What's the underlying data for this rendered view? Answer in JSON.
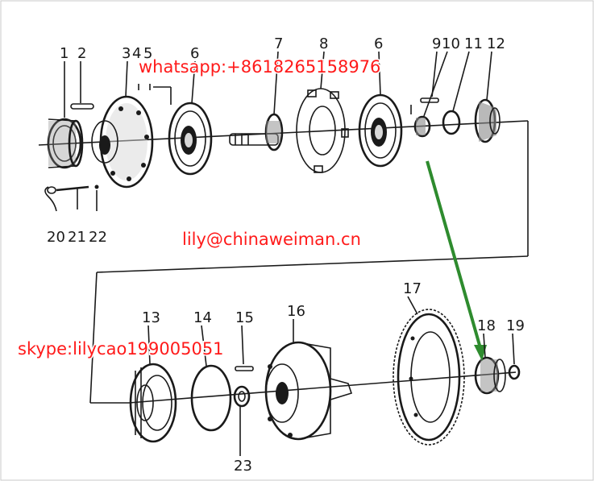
{
  "diagram": {
    "part_numbers": [
      "1",
      "2",
      "3",
      "4",
      "5",
      "6",
      "7",
      "8",
      "6",
      "9",
      "10",
      "11",
      "12",
      "20",
      "21",
      "22",
      "17",
      "13",
      "14",
      "15",
      "16",
      "18",
      "19",
      "23"
    ],
    "watermarks": {
      "whatsapp": "whatsapp:+8618265158976",
      "email": "lily@chinaweiman.cn",
      "skype": "skype:lilycao199005051"
    },
    "colors": {
      "ink": "#1a1a1a",
      "watermark": "#ff1a1a",
      "arrow": "#2e8b2e",
      "background": "#ffffff"
    }
  }
}
